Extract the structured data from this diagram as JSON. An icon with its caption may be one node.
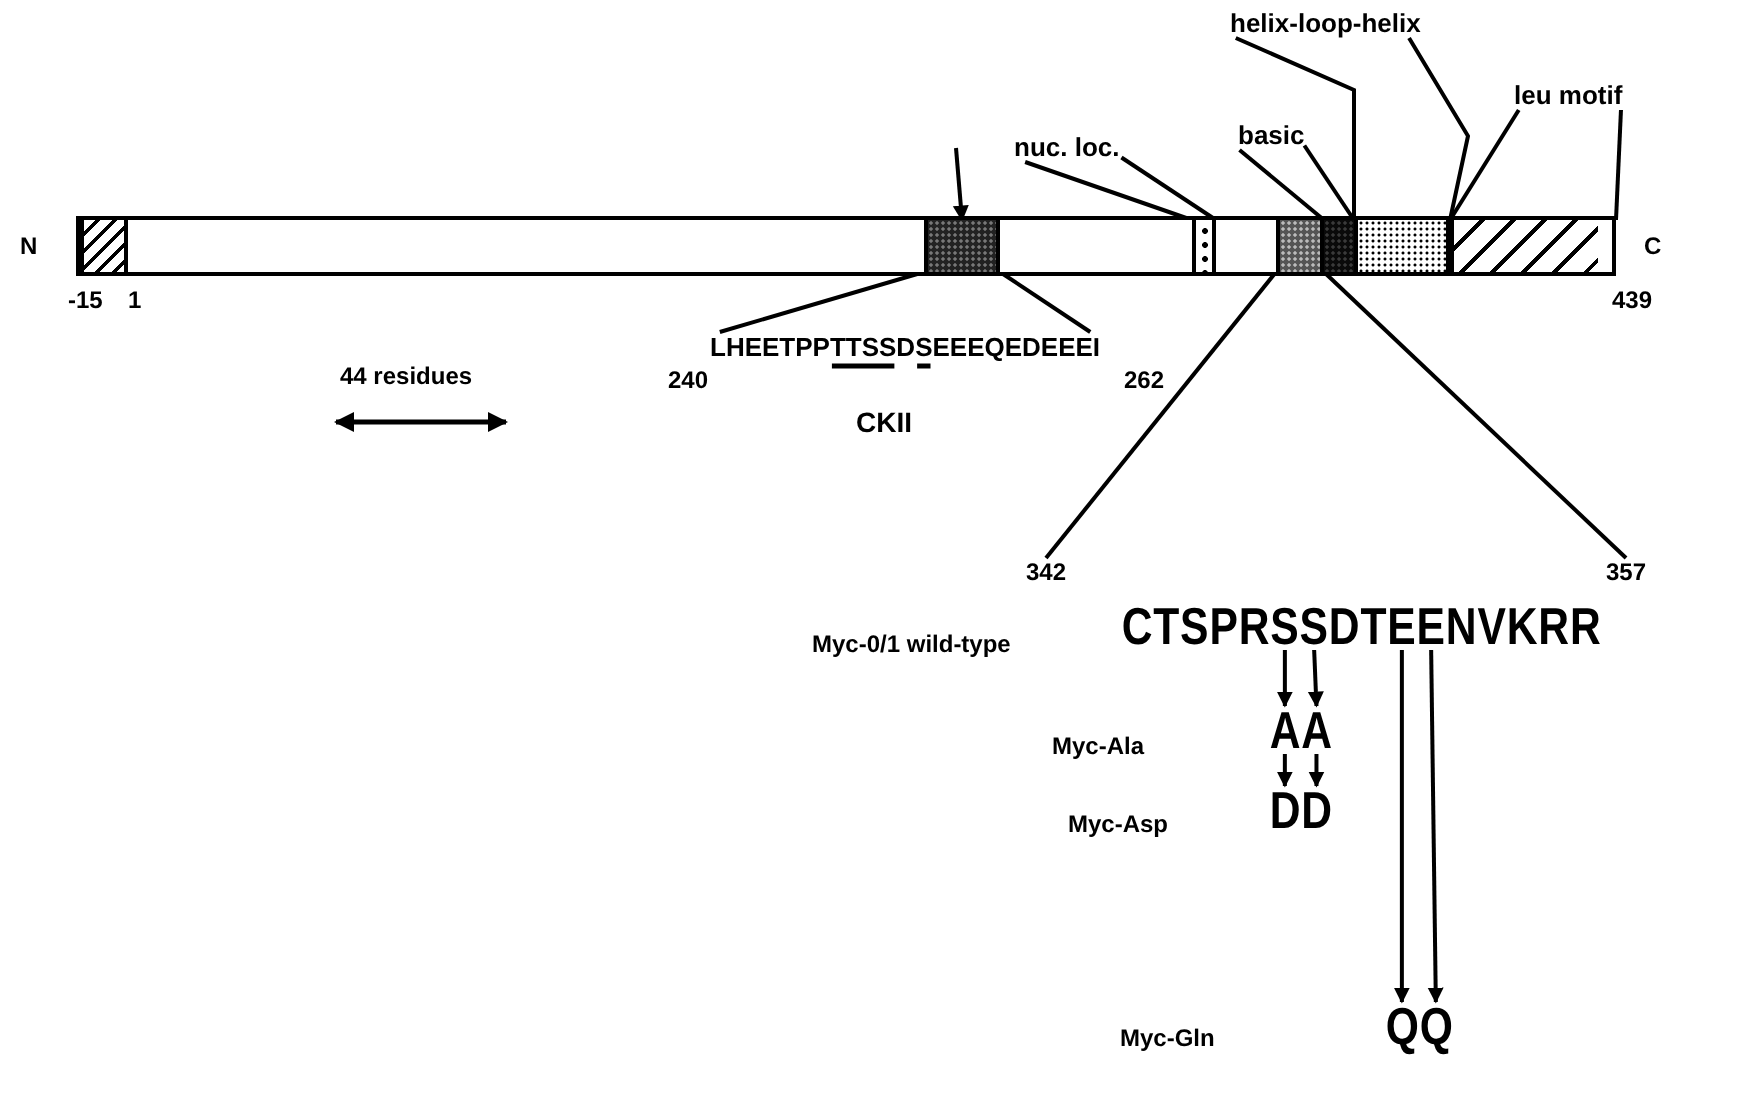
{
  "diagram": {
    "nodes": [
      {
        "text": [],
        "shape": "bar"
      },
      {
        "text": [],
        "shape": "box",
        "in": 0
      },
      {
        "text": [],
        "shape": "box",
        "in": 0
      },
      {
        "text": [],
        "shape": "box",
        "in": 0
      },
      {
        "text": [],
        "shape": "box",
        "in": 0
      },
      {
        "text": [],
        "shape": "box",
        "in": 0
      },
      {
        "text": [],
        "shape": "box",
        "in": 0
      },
      {
        "text": [],
        "shape": "box",
        "in": 0
      },
      {
        "text": [
          "nuc. loc."
        ]
      },
      {
        "text": [
          "basic"
        ]
      },
      {
        "text": [
          "helix-loop-helix"
        ]
      },
      {
        "text": [
          "leu motif"
        ]
      },
      {
        "text": [
          "LHEETPPTTSSDSEEEQEDEEEI"
        ]
      },
      {
        "text": [
          "CTSPRSSDTEENVKRR"
        ]
      },
      {
        "text": [
          "AA"
        ]
      },
      {
        "text": [
          "DD"
        ]
      },
      {
        "text": [
          "QQ"
        ]
      },
      {
        "text": [
          "342"
        ]
      },
      {
        "text": [
          "357"
        ]
      }
    ],
    "edges": [
      {
        "from": null,
        "to": 2,
        "arrow": "to"
      },
      {
        "from": 8,
        "to": 3,
        "arrow": "none"
      },
      {
        "from": 8,
        "to": 3,
        "arrow": "none"
      },
      {
        "from": 9,
        "to": 5,
        "arrow": "none"
      },
      {
        "from": 9,
        "to": 5,
        "arrow": "none"
      },
      {
        "from": 10,
        "to": 6,
        "arrow": "none"
      },
      {
        "from": 10,
        "to": 6,
        "arrow": "none"
      },
      {
        "from": 11,
        "to": 7,
        "arrow": "none"
      },
      {
        "from": 11,
        "to": 7,
        "arrow": "none"
      },
      {
        "from": 2,
        "to": 12,
        "arrow": "none"
      },
      {
        "from": 2,
        "to": 12,
        "arrow": "none"
      },
      {
        "from": 17,
        "to": 4,
        "arrow": "none"
      },
      {
        "from": 18,
        "to": 4,
        "arrow": "none"
      },
      {
        "from": 13,
        "to": 14,
        "arrow": "to"
      },
      {
        "from": 13,
        "to": 14,
        "arrow": "to"
      },
      {
        "from": 14,
        "to": 15,
        "arrow": "to"
      },
      {
        "from": 14,
        "to": 15,
        "arrow": "to"
      },
      {
        "from": 13,
        "to": 16,
        "arrow": "to"
      },
      {
        "from": 13,
        "to": 16,
        "arrow": "to"
      }
    ],
    "labels": [
      "N",
      "C",
      "-15",
      "1",
      "439",
      "240",
      "262",
      "CKII",
      "44 residues",
      "Myc-0/1 wild-type",
      "Myc-Ala",
      "Myc-Asp",
      "Myc-Gln"
    ]
  }
}
